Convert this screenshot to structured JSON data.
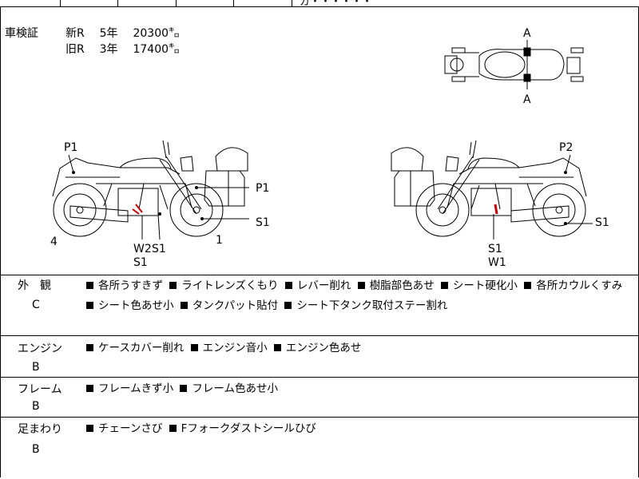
{
  "top_fragment": "ガ・・・・・・",
  "shaken": {
    "label": "車検証",
    "rows": [
      {
        "type": "新R",
        "years": "5年",
        "km": "20300㌔"
      },
      {
        "type": "旧R",
        "years": "3年",
        "km": "17400㌔"
      }
    ]
  },
  "diagram_marks": {
    "top_a1": "A",
    "top_a2": "A",
    "left_p1_top": "P1",
    "left_p1_bag": "P1",
    "left_s1_right": "S1",
    "left_4": "4",
    "left_1": "1",
    "left_w2": "W2",
    "left_s1_a": "S1",
    "left_s1_b": "S1",
    "right_p2": "P2",
    "right_s1_right": "S1",
    "right_s1": "S1",
    "right_w1": "W1"
  },
  "sections": [
    {
      "title": "外　観",
      "grade": "C",
      "items": [
        "各所うすきず",
        "ライトレンズくもり",
        "レバー削れ",
        "樹脂部色あせ",
        "シート硬化小",
        "各所カウルくすみ",
        "シート色あせ小",
        "タンクパット貼付",
        "シート下タンク取付ステー割れ"
      ]
    },
    {
      "title": "エンジン",
      "grade": "B",
      "items": [
        "ケースカバー削れ",
        "エンジン音小",
        "エンジン色あせ"
      ]
    },
    {
      "title": "フレーム",
      "grade": "B",
      "items": [
        "フレームきず小",
        "フレーム色あせ小"
      ]
    },
    {
      "title": "足まわり",
      "grade": "B",
      "items": [
        "チェーンさび",
        "Fフォークダストシールひび"
      ]
    }
  ],
  "colors": {
    "line": "#000000",
    "damage_mark": "#c00000"
  }
}
